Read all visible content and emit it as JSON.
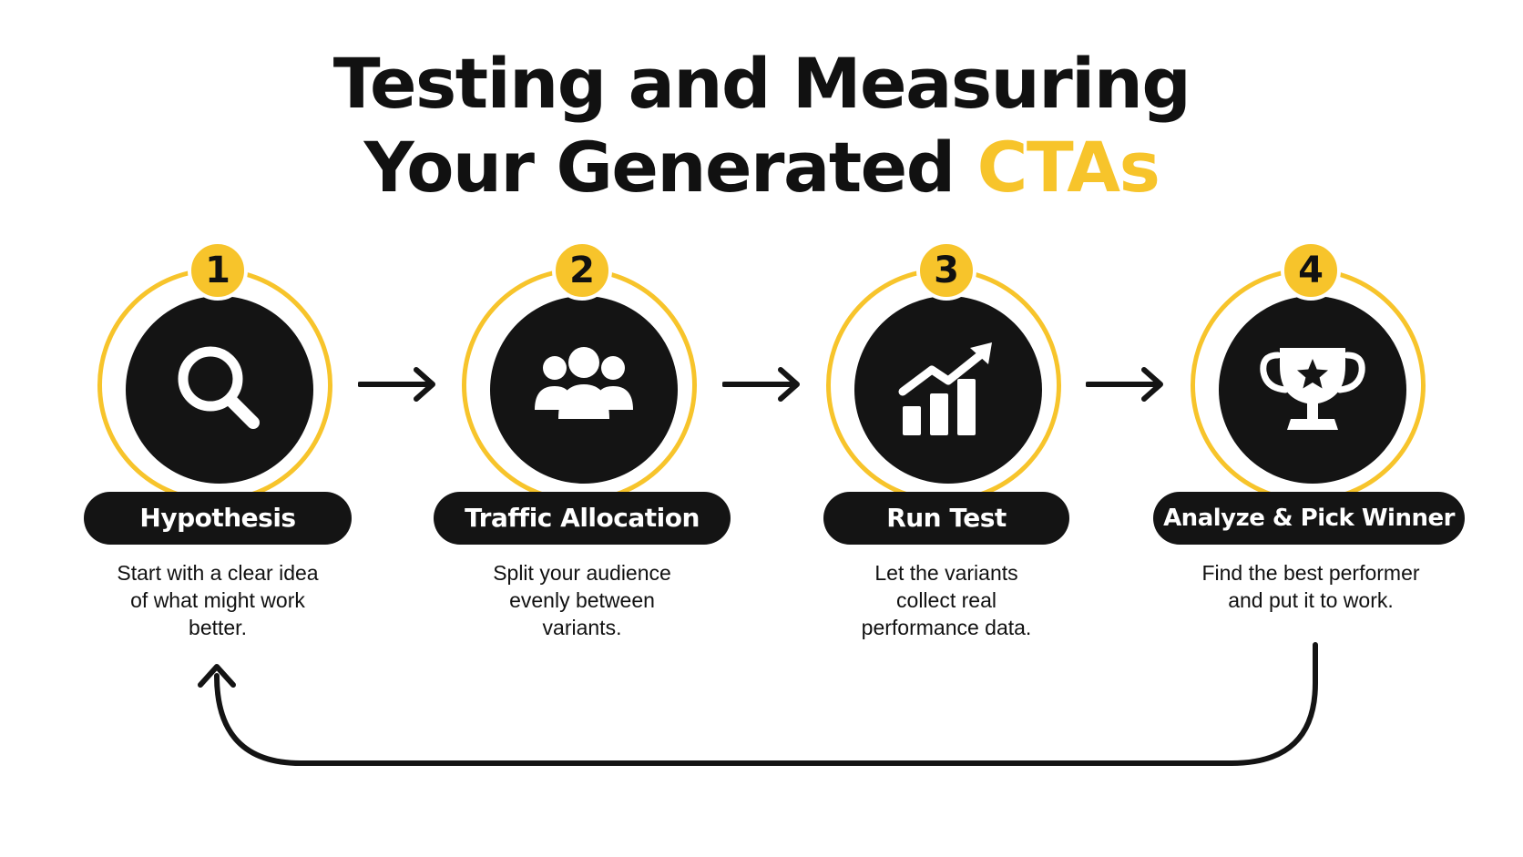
{
  "title": {
    "line1": "Testing and Measuring",
    "line2_main": "Your Generated",
    "line2_accent": "CTAs"
  },
  "colors": {
    "accent": "#f7c42b",
    "dark": "#141414",
    "background": "#ffffff"
  },
  "steps": [
    {
      "number": "1",
      "icon": "magnifier-icon",
      "label": "Hypothesis",
      "description": [
        "Start with a clear idea",
        "of what might work",
        "better."
      ]
    },
    {
      "number": "2",
      "icon": "people-group-icon",
      "label": "Traffic Allocation",
      "description": [
        "Split your audience",
        "evenly between",
        "variants."
      ]
    },
    {
      "number": "3",
      "icon": "growth-chart-icon",
      "label": "Run Test",
      "description": [
        "Let the variants",
        "collect real",
        "performance data."
      ]
    },
    {
      "number": "4",
      "icon": "trophy-icon",
      "label": "Analyze & Pick Winner",
      "description": [
        "Find the best performer",
        "and put it to work."
      ]
    }
  ]
}
